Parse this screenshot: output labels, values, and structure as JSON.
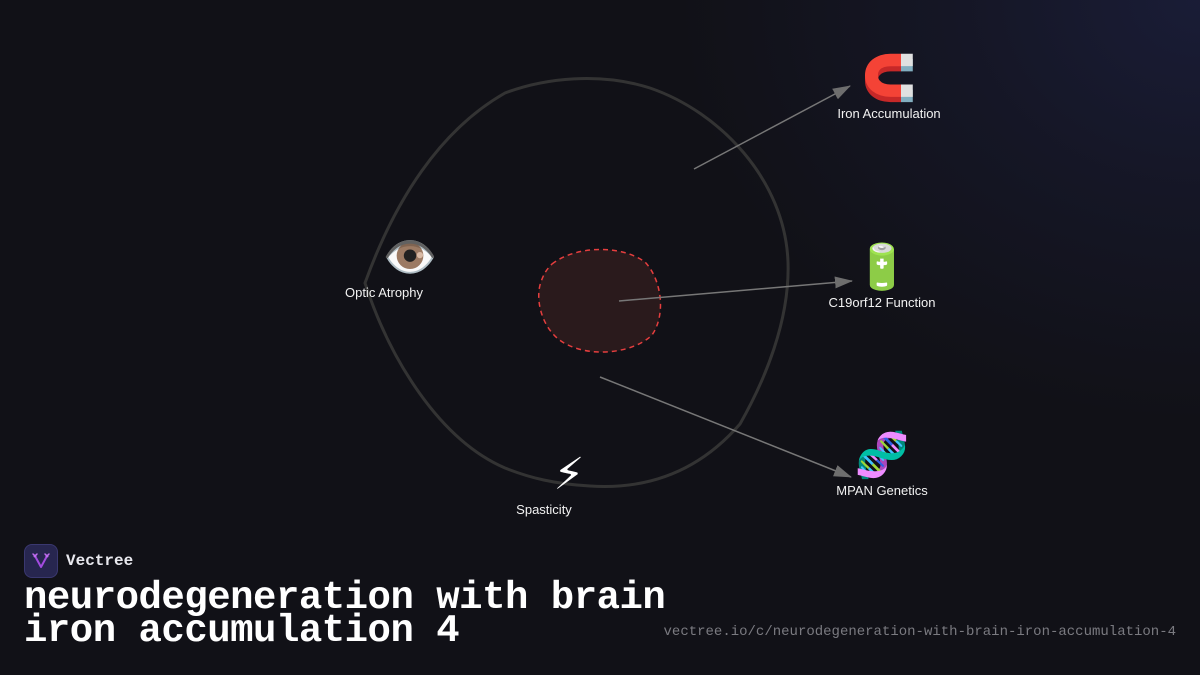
{
  "diagram": {
    "type": "cell-concept-map",
    "center_region": {
      "label": "",
      "fill": "#2a1a1c",
      "stroke": "#e53e3e"
    },
    "outline_stroke": "#333333",
    "arrow_color": "#777777",
    "nodes": [
      {
        "id": "iron",
        "label": "Iron Accumulation",
        "icon": "magnet-icon",
        "glyph": "🧲"
      },
      {
        "id": "c19orf12",
        "label": "C19orf12 Function",
        "icon": "battery-icon",
        "glyph": "🔋"
      },
      {
        "id": "mpan",
        "label": "MPAN Genetics",
        "icon": "dna-icon",
        "glyph": "🧬"
      },
      {
        "id": "optic",
        "label": "Optic Atrophy",
        "icon": "eye-icon",
        "glyph": "👁️"
      },
      {
        "id": "spasticity",
        "label": "Spasticity",
        "icon": "lightning-icon",
        "glyph": "⚡"
      }
    ]
  },
  "brand": {
    "name": "Vectree",
    "logo_color": "#a24be0"
  },
  "title": {
    "line1": "neurodegeneration with brain",
    "line2": "iron accumulation 4"
  },
  "url": "vectree.io/c/neurodegeneration-with-brain-iron-accumulation-4"
}
